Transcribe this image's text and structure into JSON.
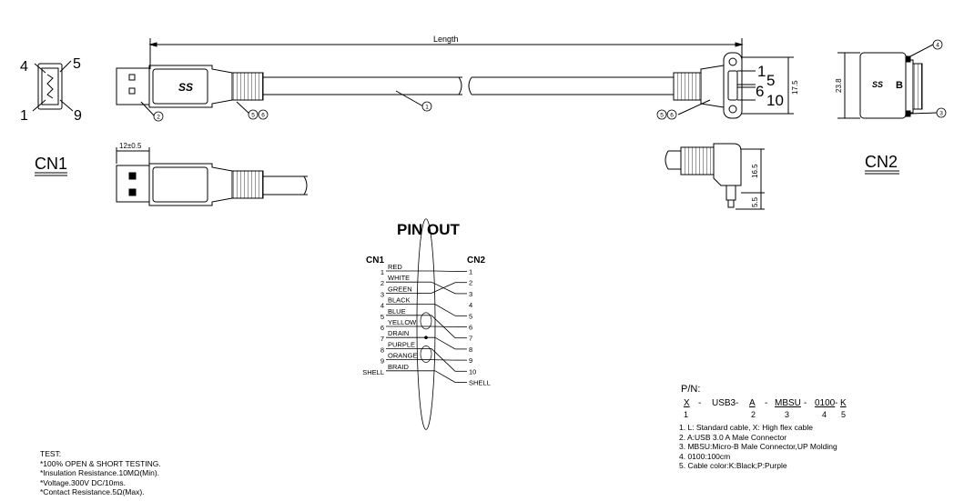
{
  "drawing": {
    "length_label": "Length",
    "cn1_label": "CN1",
    "cn2_label": "CN2",
    "cn1_face_pins": {
      "tl": "4",
      "tr": "5",
      "bl": "1",
      "br": "9"
    },
    "cn2_pins": {
      "a": "1",
      "b": "5",
      "c": "6",
      "d": "10"
    },
    "dims": {
      "width_12": "12±0.5",
      "h_17_5": "17.5",
      "h_23_8": "23.8",
      "h_16_5": "16.5",
      "h_5_5": "5.5"
    },
    "callouts": {
      "c1": "1",
      "c2": "2",
      "c3": "3",
      "c4": "4",
      "c5": "5",
      "c6": "6"
    },
    "logo_ss": "SS",
    "logo_b": "B"
  },
  "pinout": {
    "title": "PIN OUT",
    "left_header": "CN1",
    "right_header": "CN2",
    "left_pins": [
      "1",
      "2",
      "3",
      "4",
      "5",
      "6",
      "7",
      "8",
      "9",
      "SHELL"
    ],
    "right_pins": [
      "1",
      "2",
      "3",
      "4",
      "5",
      "6",
      "7",
      "8",
      "9",
      "10",
      "SHELL"
    ],
    "wires": [
      "RED",
      "WHITE",
      "GREEN",
      "BLACK",
      "BLUE",
      "YELLOW",
      "DRAIN",
      "PURPLE",
      "ORANGE",
      "BRAID"
    ]
  },
  "part_number": {
    "title": "P/N:",
    "segments": [
      {
        "code": "X",
        "index": "1"
      },
      {
        "code": "USB3",
        "index": ""
      },
      {
        "code": "A",
        "index": "2"
      },
      {
        "code": "MBSU",
        "index": "3"
      },
      {
        "code": "0100",
        "index": "4"
      },
      {
        "code": "K",
        "index": "5"
      }
    ],
    "separator": "-",
    "notes": [
      "1. L: Standard cable, X: High flex cable",
      "2. A:USB 3.0 A Male Connector",
      "3. MBSU:Micro-B Male Connector,UP  Molding",
      "4. 0100:100cm",
      "5. Cable color:K:Black;P:Purple"
    ]
  },
  "test": {
    "lines": [
      "TEST:",
      "*100% OPEN & SHORT TESTING.",
      "*Insulation Resistance.10MΩ(Min).",
      "*Voltage.300V DC/10ms.",
      "*Contact Resistance.5Ω(Max)."
    ]
  }
}
